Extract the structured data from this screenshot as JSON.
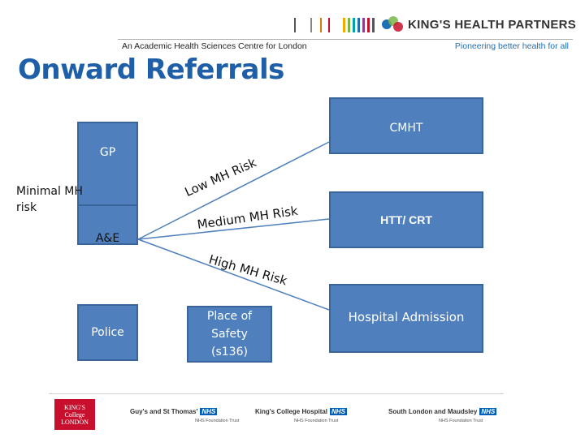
{
  "header": {
    "subtitle_left": "An Academic Health Sciences Centre for London",
    "brand": "KING'S HEALTH PARTNERS",
    "tagline": "Pioneering better health for all"
  },
  "title": "Onward Referrals",
  "diagram": {
    "left_boxes": {
      "gp": "GP",
      "ae": "A&E",
      "police": "Police"
    },
    "minimal_label": [
      "Minimal MH",
      "risk"
    ],
    "risk_labels": {
      "low": "Low MH Risk",
      "medium": "Medium MH Risk",
      "high": "High MH Risk"
    },
    "place_of_safety": [
      "Place of",
      "Safety",
      "(s136)"
    ],
    "right_boxes": {
      "cmht": "CMHT",
      "htt": "HTT/ CRT",
      "hospital": "Hospital Admission"
    }
  },
  "footer": {
    "kcl": [
      "KING'S",
      "College",
      "LONDON"
    ],
    "partners": [
      {
        "name": "Guy's and St Thomas'",
        "nhs": "NHS",
        "trust": "NHS Foundation Trust"
      },
      {
        "name": "King's College Hospital",
        "nhs": "NHS",
        "trust": "NHS Foundation Trust"
      },
      {
        "name": "South London and Maudsley",
        "nhs": "NHS",
        "trust": "NHS Foundation Trust"
      }
    ]
  },
  "colors": {
    "box_fill": "#4f80bd",
    "box_border": "#3a659a",
    "title": "#1f5fa8",
    "tagline": "#1e6fb6",
    "nhs": "#005eb8",
    "kcl": "#c8102e"
  }
}
